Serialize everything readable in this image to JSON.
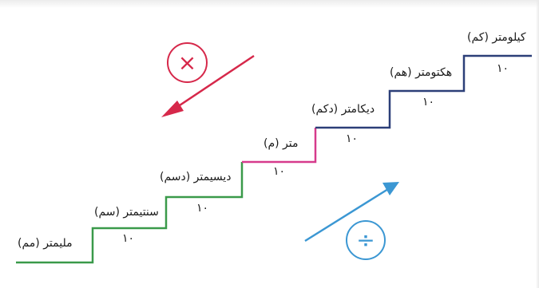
{
  "steps": [
    {
      "label": "ملیمتر (مم)",
      "factor": ""
    },
    {
      "label": "سنتیمتر (سم)",
      "factor": "۱۰"
    },
    {
      "label": "دیسیمتر (دسم)",
      "factor": "۱۰"
    },
    {
      "label": "متر (م)",
      "factor": "۱۰"
    },
    {
      "label": "دیکامتر (دکم)",
      "factor": "۱۰"
    },
    {
      "label": "هکتومتر (هم)",
      "factor": "۱۰"
    },
    {
      "label": "کیلومتر (کم)",
      "factor": "۱۰"
    }
  ],
  "operations": {
    "multiply": {
      "symbol": "×",
      "color": "#d6284a",
      "direction": "down-left"
    },
    "divide": {
      "symbol": "÷",
      "color": "#3b97d3",
      "direction": "up-right"
    }
  },
  "colors": {
    "lower_stairs": "#3a9a4a",
    "middle_stairs": "#d63a8c",
    "upper_stairs": "#2c3f78"
  }
}
